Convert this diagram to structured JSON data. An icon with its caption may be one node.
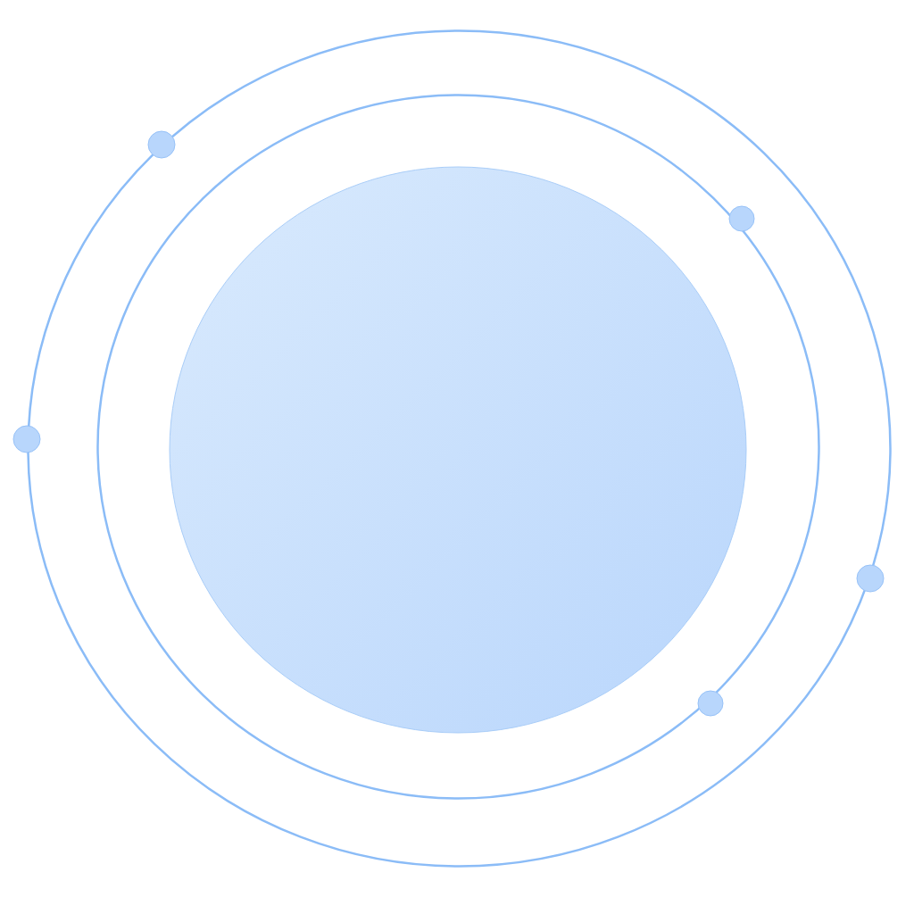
{
  "diagram": {
    "nodes": [
      {
        "text": [],
        "shape": "circle"
      },
      {
        "text": [],
        "shape": "circle",
        "in": 0
      },
      {
        "text": [],
        "shape": "circle",
        "in": 1
      },
      {
        "text": [],
        "shape": "circle"
      },
      {
        "text": [],
        "shape": "circle",
        "in": 0
      },
      {
        "text": [],
        "shape": "circle"
      },
      {
        "text": [],
        "shape": "circle"
      },
      {
        "text": [],
        "shape": "circle",
        "in": 0
      }
    ]
  }
}
